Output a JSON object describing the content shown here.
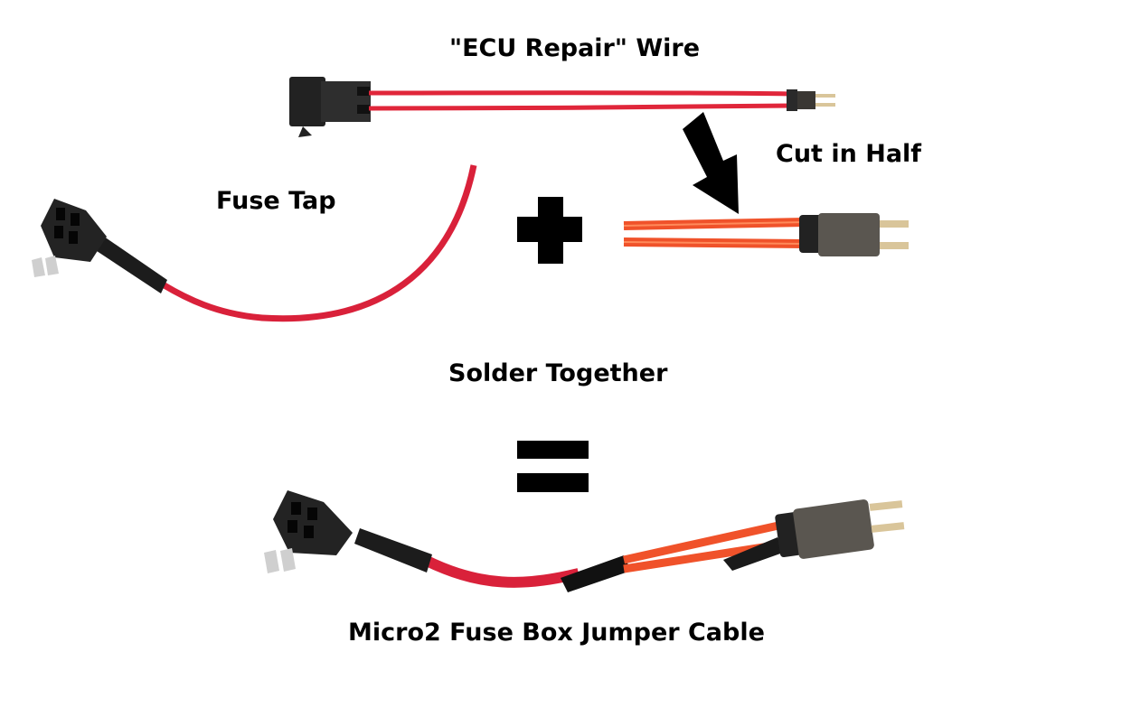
{
  "labels": {
    "ecu_wire": "\"ECU Repair\" Wire",
    "cut_in_half": "Cut in Half",
    "fuse_tap": "Fuse Tap",
    "solder_together": "Solder Together",
    "result": "Micro2 Fuse Box Jumper Cable"
  },
  "colors": {
    "wire_red": "#e0263a",
    "wire_orange": "#f0522a",
    "connector_dark": "#2a2a2a",
    "plug_gray": "#5a5650",
    "pin_brass": "#d9c59a",
    "symbol": "#000000"
  }
}
